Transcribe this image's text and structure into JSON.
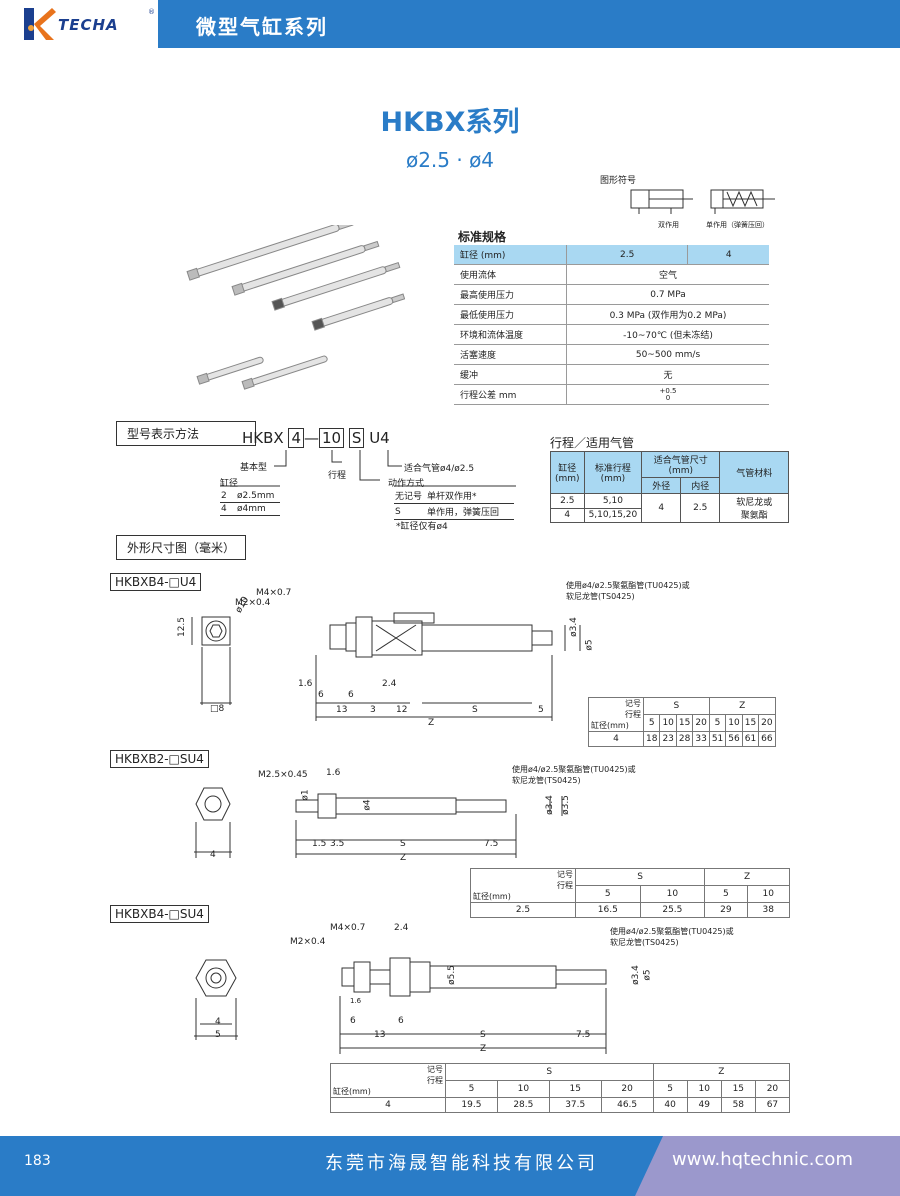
{
  "header": {
    "logo_text": "TECHA",
    "logo_reg": "®",
    "title": "微型气缸系列",
    "brand_color": "#2a7cc7"
  },
  "title": "HKBX系列",
  "subtitle": "ø2.5 · ø4",
  "symbol": {
    "heading": "图形符号",
    "double": "双作用",
    "single": "单作用（弹簧压回）"
  },
  "spec": {
    "heading": "标准规格",
    "rows": [
      {
        "label": "缸径 (mm)",
        "a": "2.5",
        "b": "4"
      },
      {
        "label": "使用流体",
        "value": "空气"
      },
      {
        "label": "最高使用压力",
        "value": "0.7 MPa"
      },
      {
        "label": "最低使用压力",
        "value": "0.3 MPa (双作用为0.2 MPa)"
      },
      {
        "label": "环境和流体温度",
        "value": "-10~70℃ (但未冻结)"
      },
      {
        "label": "活塞速度",
        "value": "50~500 mm/s"
      },
      {
        "label": "缓冲",
        "value": "无"
      },
      {
        "label": "行程公差 mm",
        "value_top": "+0.5",
        "value_bottom": "0"
      }
    ]
  },
  "model": {
    "heading": "型号表示方法",
    "code_prefix": "HKBX",
    "code_bore": "4",
    "code_dash": "—",
    "code_stroke": "10",
    "code_action": "S",
    "code_tube": "U4",
    "basic": "基本型",
    "tube_desc": "适合气管ø4/ø2.5",
    "stroke": "行程",
    "action": "动作方式",
    "bore": "缸径",
    "bore_rows": [
      {
        "code": "2",
        "desc": "ø2.5mm"
      },
      {
        "code": "4",
        "desc": "ø4mm"
      }
    ],
    "action_rows": [
      {
        "code": "无记号",
        "desc": "单杆双作用*"
      },
      {
        "code": "S",
        "desc": "单作用，弹簧压回"
      }
    ],
    "note": "*缸径仅有ø4"
  },
  "stroke_table": {
    "heading": "行程／适用气管",
    "h_bore": "缸径",
    "h_bore_unit": "(mm)",
    "h_stroke": "标准行程",
    "h_stroke_unit": "(mm)",
    "h_tube": "适合气管尺寸",
    "h_tube_unit": "(mm)",
    "h_od": "外径",
    "h_id": "内径",
    "h_mat": "气管材料",
    "rows": [
      {
        "bore": "2.5",
        "stroke": "5,10"
      },
      {
        "bore": "4",
        "stroke": "5,10,15,20"
      }
    ],
    "od": "4",
    "id": "2.5",
    "mat1": "软尼龙或",
    "mat2": "聚氨酯"
  },
  "dims_heading": "外形尺寸图（毫米）",
  "drawing1": {
    "model": "HKBXB4-□U4",
    "tube_note1": "使用ø4/ø2.5聚氨酯管(TU0425)或",
    "tube_note2": "软尼龙管(TS0425)",
    "m4": "M4×0.7",
    "m2": "M2×0.4",
    "d10": "ø10",
    "h125": "12.5",
    "sq8": "□8",
    "d16": "1.6",
    "d6a": "6",
    "d6b": "6",
    "d24": "2.4",
    "d13": "13",
    "d3": "3",
    "d12": "12",
    "S": "S",
    "d5": "5",
    "Z": "Z",
    "d34": "ø3.4",
    "d5b": "ø5",
    "table": {
      "hdr_code": "记号",
      "hdr_act": "行程",
      "hdr_bore": "缸径(mm)",
      "S": "S",
      "Z": "Z",
      "strokes": [
        "5",
        "10",
        "15",
        "20"
      ],
      "bore": "4",
      "S_vals": [
        "18",
        "23",
        "28",
        "33"
      ],
      "Z_vals": [
        "51",
        "56",
        "61",
        "66"
      ]
    }
  },
  "drawing2": {
    "model": "HKBXB2-□SU4",
    "tube_note1": "使用ø4/ø2.5聚氨酯管(TU0425)或",
    "tube_note2": "软尼龙管(TS0425)",
    "m25": "M2.5×0.45",
    "d16": "1.6",
    "d1": "ø1",
    "d4": "ø4",
    "d34": "ø3.4",
    "d35": "ø3.5",
    "w4": "4",
    "d15": "1.5",
    "d35b": "3.5",
    "S": "S",
    "d75": "7.5",
    "Z": "Z",
    "table": {
      "hdr_code": "记号",
      "hdr_act": "行程",
      "hdr_bore": "缸径(mm)",
      "S": "S",
      "Z": "Z",
      "strokes": [
        "5",
        "10"
      ],
      "bore": "2.5",
      "S_vals": [
        "16.5",
        "25.5"
      ],
      "Z_vals": [
        "29",
        "38"
      ]
    }
  },
  "drawing3": {
    "model": "HKBXB4-□SU4",
    "tube_note1": "使用ø4/ø2.5聚氨酯管(TU0425)或",
    "tube_note2": "软尼龙管(TS0425)",
    "m4": "M4×0.7",
    "m2": "M2×0.4",
    "d24": "2.4",
    "d55": "ø5.5",
    "d34": "ø3.4",
    "d5": "ø5",
    "d16": "1.6",
    "d6a": "6",
    "d6b": "6",
    "d13": "13",
    "S": "S",
    "d75": "7.5",
    "Z": "Z",
    "w4": "4",
    "w5": "5",
    "table": {
      "hdr_code": "记号",
      "hdr_act": "行程",
      "hdr_bore": "缸径(mm)",
      "S": "S",
      "Z": "Z",
      "strokes": [
        "5",
        "10",
        "15",
        "20"
      ],
      "bore": "4",
      "S_vals": [
        "19.5",
        "28.5",
        "37.5",
        "46.5"
      ],
      "Z_vals": [
        "40",
        "49",
        "58",
        "67"
      ]
    }
  },
  "footer": {
    "page": "183",
    "company": "东莞市海晟智能科技有限公司",
    "url": "www.hqtechnic.com",
    "accent": "#9b98cc"
  }
}
